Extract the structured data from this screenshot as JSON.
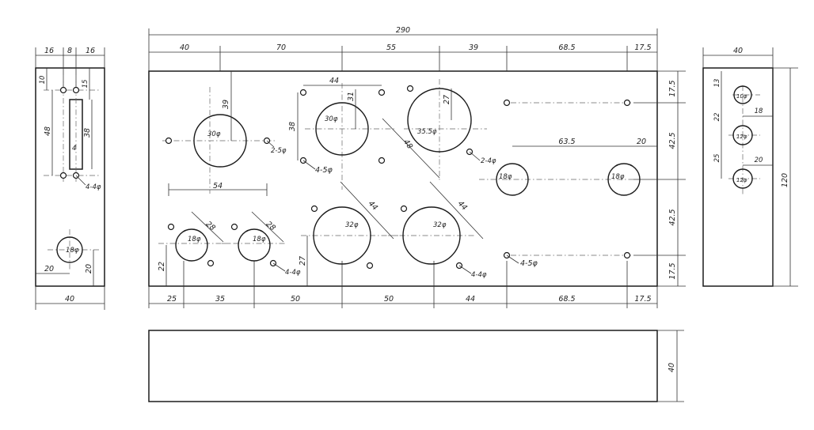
{
  "top": {
    "overall": "290",
    "segments": [
      "40",
      "70",
      "55",
      "39",
      "68.5",
      "17.5"
    ]
  },
  "bottom": {
    "segments": [
      "25",
      "35",
      "50",
      "50",
      "44",
      "68.5",
      "17.5"
    ]
  },
  "right_dims": [
    "17.5",
    "42.5",
    "42.5",
    "17.5"
  ],
  "front_interior": {
    "d39": "39",
    "d54": "54",
    "d44": "44",
    "d31": "31",
    "d38": "38",
    "d27a": "27",
    "d48": "48",
    "d63_5": "63.5",
    "d20": "20",
    "d28a": "28",
    "d28b": "28",
    "d22": "22",
    "d27b": "27",
    "d44a": "44",
    "d44b": "44"
  },
  "hole_labels": {
    "h30a": "30φ",
    "h30b": "30φ",
    "h35": "35.5φ",
    "h18a": "18φ",
    "h18b": "18φ",
    "h18c": "18φ",
    "h18d": "18φ",
    "h32a": "32φ",
    "h32b": "32φ"
  },
  "callouts": {
    "c25": "2-5φ",
    "c45a": "4-5φ",
    "c24": "2-4φ",
    "c44a": "4-4φ",
    "c44b": "4-4φ",
    "c45b": "4-5φ"
  },
  "left_view": {
    "top": [
      "16",
      "8",
      "16"
    ],
    "d10": "10",
    "d15": "15",
    "d48": "48",
    "d38": "38",
    "d4": "4",
    "callout": "4-4φ",
    "hole": "18φ",
    "d20a": "20",
    "d20b": "20",
    "bottom": "40"
  },
  "right_view": {
    "top": "40",
    "d13": "13",
    "d22": "22",
    "d25": "25",
    "d18": "18",
    "d20": "20",
    "height": "120",
    "h1": "10φ",
    "h2": "12φ",
    "h3": "12φ"
  },
  "bottom_view": {
    "height": "40"
  }
}
